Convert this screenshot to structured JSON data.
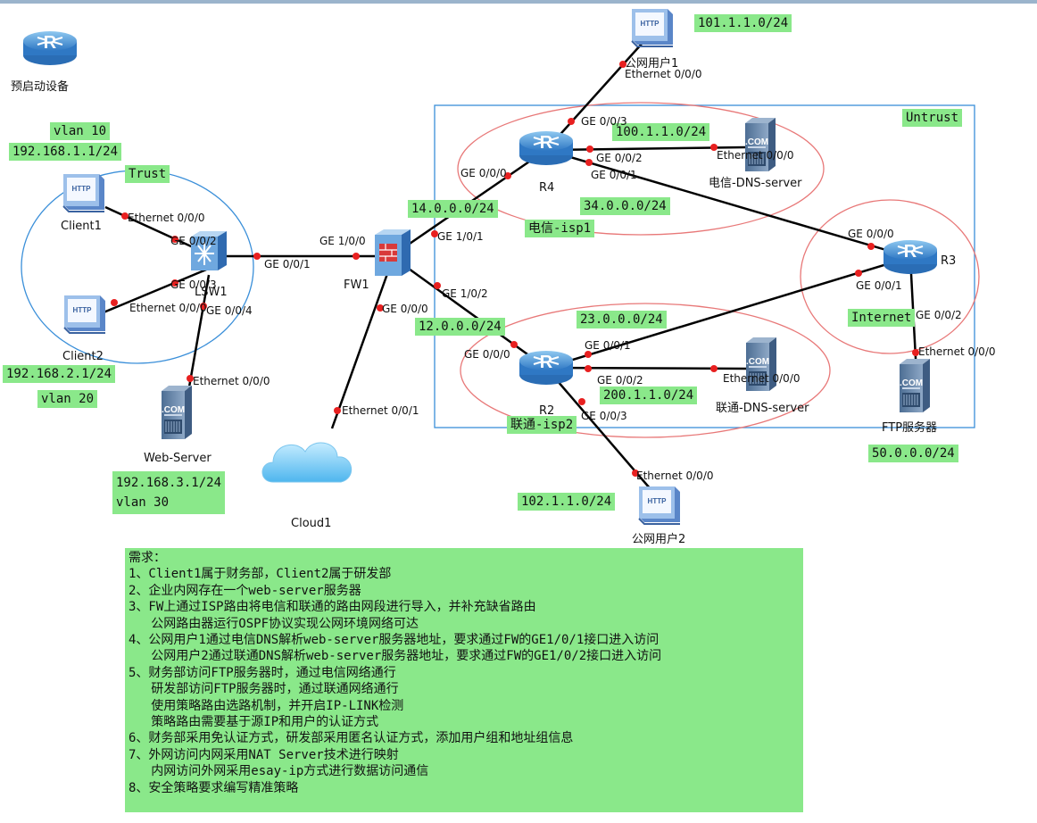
{
  "devices": {
    "preboot": "预启动设备",
    "client1": "Client1",
    "client2": "Client2",
    "lsw1": "LSW1",
    "web_server": "Web-Server",
    "fw1": "FW1",
    "cloud1": "Cloud1",
    "r4": "R4",
    "r2": "R2",
    "r3": "R3",
    "public_user1": "公网用户1",
    "public_user2": "公网用户2",
    "dns_telecom": "电信-DNS-server",
    "dns_unicom": "联通-DNS-server",
    "ftp_server": "FTP服务器"
  },
  "icon_text": {
    "http": "HTTP",
    "com": ".COM",
    "router": "R"
  },
  "tags": {
    "vlan10": "vlan 10",
    "net_client1": "192.168.1.1/24",
    "trust": "Trust",
    "net_client2": "192.168.2.1/24",
    "vlan20": "vlan 20",
    "net_web": "192.168.3.1/24",
    "vlan30": "vlan 30",
    "net_user1": "101.1.1.0/24",
    "untrust": "Untrust",
    "net_dns_telecom": "100.1.1.0/24",
    "net_fw_r4": "14.0.0.0/24",
    "isp_telecom": "电信-isp1",
    "net_r4_r3": "34.0.0.0/24",
    "net_r2_r3": "23.0.0.0/24",
    "net_fw_r2": "12.0.0.0/24",
    "net_dns_unicom": "200.1.1.0/24",
    "isp_unicom": "联通-isp2",
    "internet": "Internet",
    "net_ftp": "50.0.0.0/24",
    "net_user2": "102.1.1.0/24"
  },
  "ports": {
    "c1_eth": "Ethernet 0/0/0",
    "lsw_002": "GE 0/0/2",
    "lsw_003": "GE 0/0/3",
    "c2_eth": "Ethernet 0/0/0",
    "lsw_004": "GE 0/0/4",
    "lsw_001": "GE 0/0/1",
    "web_eth": "Ethernet 0/0/0",
    "fw_100": "GE 1/0/0",
    "fw_101": "GE 1/0/1",
    "fw_102": "GE 1/0/2",
    "fw_000": "GE 0/0/0",
    "cloud_eth": "Ethernet 0/0/1",
    "u1_eth": "Ethernet 0/0/0",
    "r4_003": "GE 0/0/3",
    "r4_000": "GE 0/0/0",
    "r4_002": "GE 0/0/2",
    "r4_001": "GE 0/0/1",
    "dns1_eth": "Ethernet 0/0/0",
    "r3_000": "GE 0/0/0",
    "r3_001": "GE 0/0/1",
    "r3_002": "GE 0/0/2",
    "ftp_eth": "Ethernet 0/0/0",
    "r2_000": "GE 0/0/0",
    "r2_001": "GE 0/0/1",
    "r2_002": "GE 0/0/2",
    "r2_003": "GE 0/0/3",
    "dns2_eth": "Ethernet 0/0/0",
    "u2_eth": "Ethernet 0/0/0"
  },
  "requirements": {
    "title": "需求：",
    "lines": [
      "1、Client1属于财务部，Client2属于研发部",
      "2、企业内网存在一个web-server服务器",
      "3、FW上通过ISP路由将电信和联通的路由网段进行导入，并补充缺省路由",
      "   公网路由器运行OSPF协议实现公网环境网络可达",
      "4、公网用户1通过电信DNS解析web-server服务器地址，要求通过FW的GE1/0/1接口进入访问",
      "   公网用户2通过联通DNS解析web-server服务器地址，要求通过FW的GE1/0/2接口进入访问",
      "5、财务部访问FTP服务器时，通过电信网络通行",
      "   研发部访问FTP服务器时，通过联通网络通行",
      "   使用策略路由选路机制，并开启IP-LINK检测",
      "   策略路由需要基于源IP和用户的认证方式",
      "6、财务部采用免认证方式，研发部采用匿名认证方式，添加用户组和地址组信息",
      "7、外网访问内网采用NAT Server技术进行映射",
      "   内网访问外网采用esay-ip方式进行数据访问通信",
      "8、安全策略要求编写精准策略"
    ]
  },
  "colors": {
    "tag_bg": "#8ae88a",
    "trust_zone": "#3a8fd9",
    "untrust_zone": "#3a8fd9",
    "isp_ellipse": "#e87878",
    "link": "#000000",
    "port_dot": "#e82020"
  }
}
